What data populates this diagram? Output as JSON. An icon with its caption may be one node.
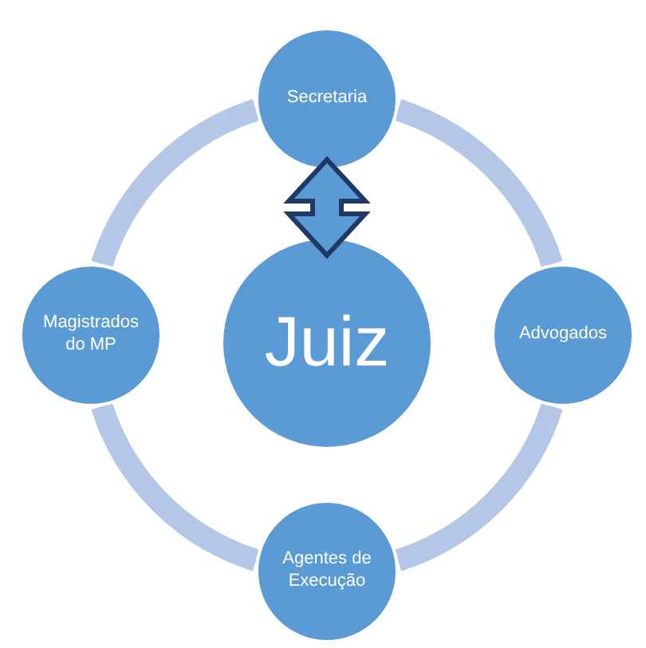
{
  "diagram": {
    "nodes": [
      {
        "text": [
          "Secretaria"
        ]
      },
      {
        "text": [
          "Magistrados do MP"
        ]
      },
      {
        "text": [
          "Juiz"
        ]
      },
      {
        "text": [
          "Advogados"
        ]
      },
      {
        "text": [
          "Agentes de Execução"
        ]
      }
    ],
    "edges": [
      {
        "from": 0,
        "to": 2,
        "arrow": "both",
        "style": "thick",
        "color": "#5b9bd5"
      },
      {
        "from": 0,
        "to": 3,
        "arrow": "none"
      },
      {
        "from": 3,
        "to": 4,
        "arrow": "none"
      },
      {
        "from": 4,
        "to": 1,
        "arrow": "none"
      },
      {
        "from": 1,
        "to": 0,
        "arrow": "none"
      }
    ]
  }
}
